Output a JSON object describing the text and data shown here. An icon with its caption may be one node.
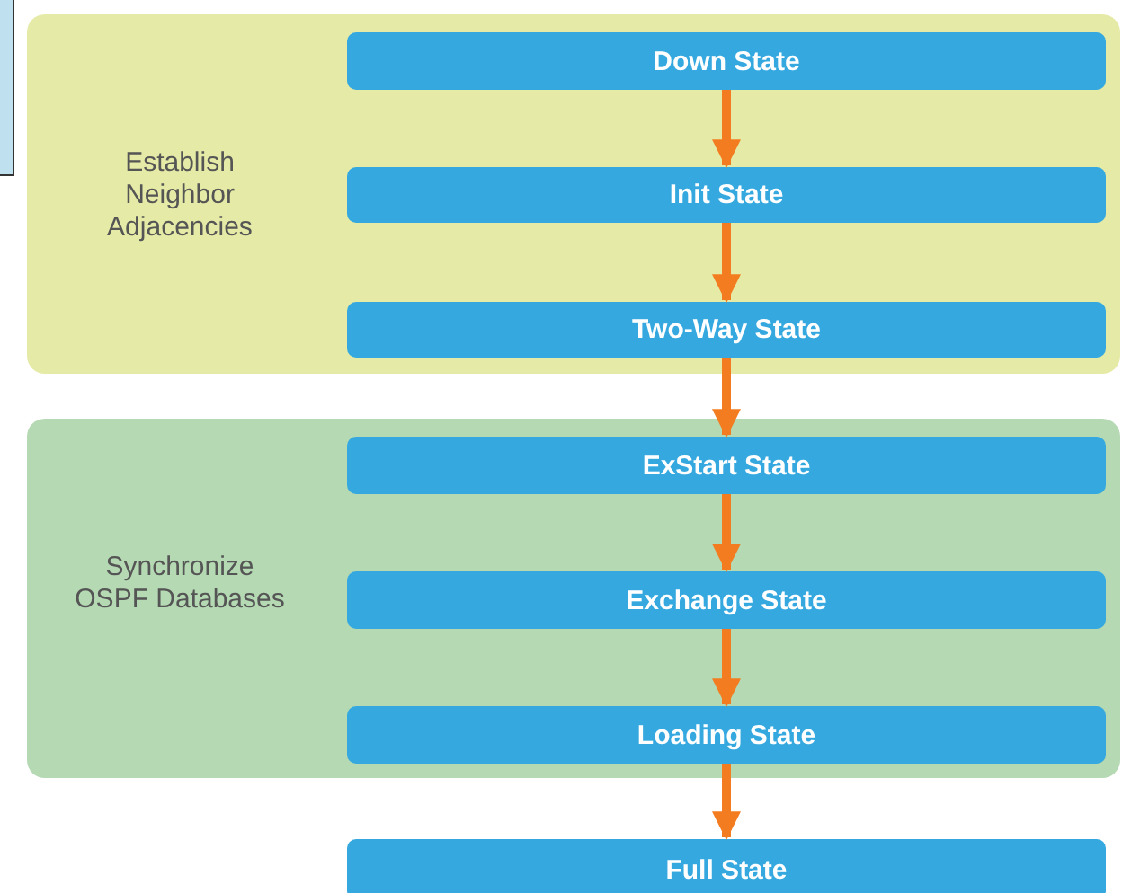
{
  "diagram": {
    "nodes": [
      {
        "text": [
          "Establish Neighbor Adjacencies"
        ]
      },
      {
        "text": [
          "Down State"
        ],
        "in": 0
      },
      {
        "text": [
          "Init State"
        ],
        "in": 0
      },
      {
        "text": [
          "Two-Way State"
        ],
        "in": 0
      },
      {
        "text": [
          "Synchronize OSPF Databases"
        ]
      },
      {
        "text": [
          "ExStart State"
        ],
        "in": 4
      },
      {
        "text": [
          "Exchange State"
        ],
        "in": 4
      },
      {
        "text": [
          "Loading State"
        ],
        "in": 4
      },
      {
        "text": [
          "Full State"
        ]
      }
    ],
    "edges": [
      {
        "from": 1,
        "to": 2,
        "arrow": "to"
      },
      {
        "from": 2,
        "to": 3,
        "arrow": "to"
      },
      {
        "from": 3,
        "to": 5,
        "arrow": "to"
      },
      {
        "from": 5,
        "to": 6,
        "arrow": "to"
      },
      {
        "from": 6,
        "to": 7,
        "arrow": "to"
      },
      {
        "from": 7,
        "to": 8,
        "arrow": "to"
      }
    ]
  }
}
